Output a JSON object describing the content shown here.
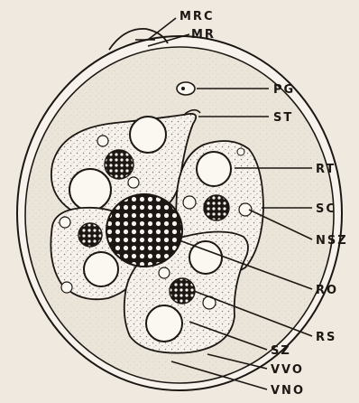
{
  "diagram": {
    "labels": {
      "mrc": "MRC",
      "mr": "MR",
      "pg": "PG",
      "st": "ST",
      "rt": "RT",
      "sc": "SC",
      "nsz": "NSZ",
      "ro": "RO",
      "rs": "RS",
      "sz": "SZ",
      "vvo": "VVO",
      "vno": "VNO"
    },
    "colors": {
      "ink": "#1c1713",
      "paper": "#efe9e0",
      "membrane": "#f7f3ec",
      "cyst_fill": "#ebe4d8",
      "nucleus_fill": "#fbf8f2"
    }
  }
}
